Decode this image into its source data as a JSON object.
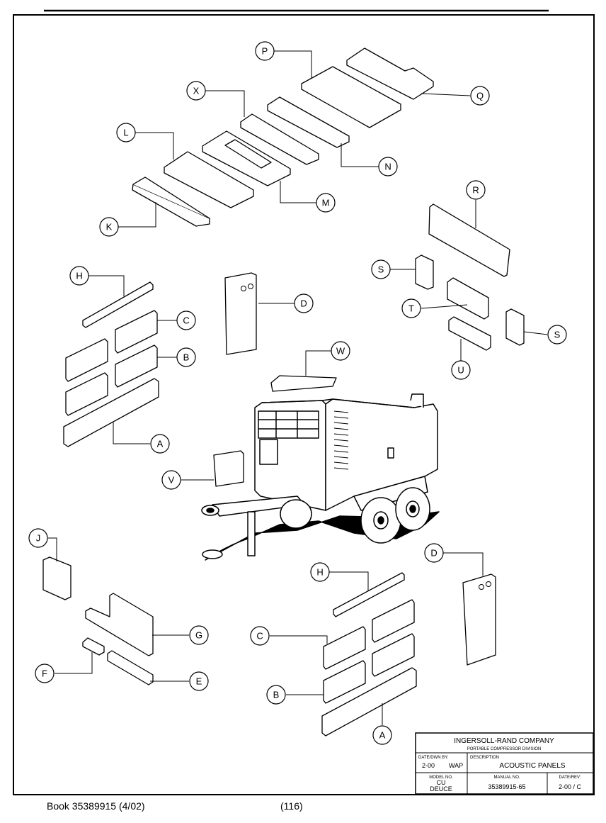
{
  "callouts": [
    "P",
    "Q",
    "X",
    "N",
    "L",
    "M",
    "K",
    "R",
    "H",
    "D",
    "C",
    "S",
    "T",
    "B",
    "U",
    "A",
    "W",
    "V",
    "J",
    "H",
    "D",
    "C",
    "G",
    "F",
    "E",
    "B",
    "A",
    "S"
  ],
  "title_block": {
    "company": "INGERSOLL-RAND COMPANY",
    "division": "PORTABLE COMPRESSOR DIVISION",
    "date_label": "DATE/DWN BY:",
    "date": "2-00",
    "drawn_by": "WAP",
    "desc_label": "DESCRIPTION",
    "description": "ACOUSTIC PANELS",
    "model_label": "MODEL NO.",
    "model_line1": "CU",
    "model_line2": "DEUCE",
    "manual_label": "MANUAL NO.",
    "manual": "35389915-65",
    "rev_label": "DATE/REV:",
    "rev": "2-00 / C"
  },
  "footer": {
    "book": "Book 35389915 (4/02)",
    "page": "(116)"
  }
}
